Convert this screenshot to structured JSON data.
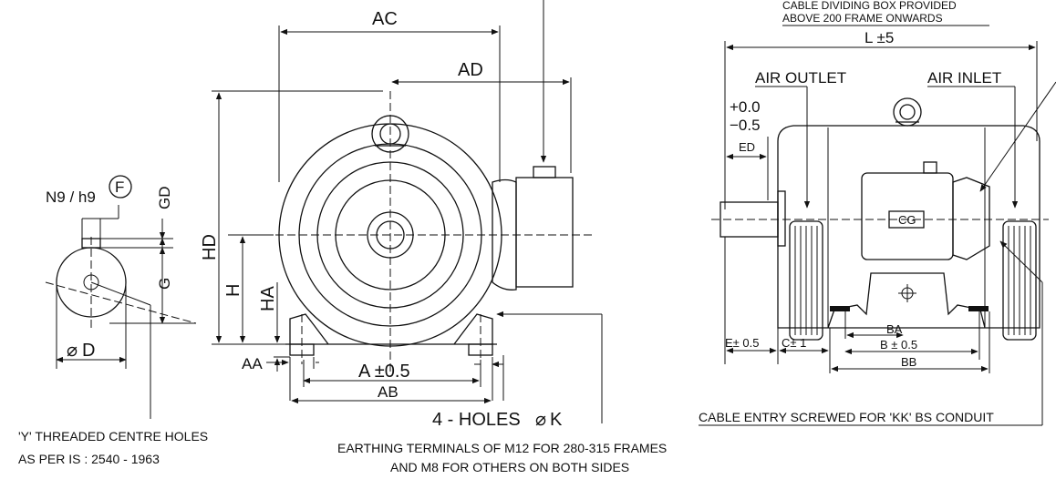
{
  "front_view": {
    "ac": "AC",
    "ad": "AD",
    "hd": "HD",
    "h": "H",
    "ha": "HA",
    "aa": "AA",
    "a_tol": "A ±0.5",
    "ab": "AB",
    "holes": "4 - HOLES",
    "holes_k": "K"
  },
  "shaft_view": {
    "keyway": "N9 / h9",
    "keyway_circle": "F",
    "gd": "GD",
    "g": "G",
    "diameter": "D"
  },
  "side_view": {
    "cable_box_note_1": "CABLE DIVIDING BOX PROVIDED",
    "cable_box_note_2": "ABOVE 200 FRAME ONWARDS",
    "length": "L ±5",
    "air_outlet": "AIR OUTLET",
    "air_inlet": "AIR INLET",
    "tol_plus": "+0.0",
    "tol_minus": "−0.5",
    "ed": "ED",
    "logo": "CG",
    "ba": "BA",
    "b_tol": "B ± 0.5",
    "bb": "BB",
    "e_tol": "E± 0.5",
    "c_tol": "C± 1"
  },
  "notes": {
    "centre_holes_1": "'Y' THREADED CENTRE HOLES",
    "centre_holes_2": "AS PER IS : 2540 - 1963",
    "earthing_1": "EARTHING TERMINALS OF M12 FOR 280-315 FRAMES",
    "earthing_2": "AND M8 FOR OTHERS ON BOTH SIDES",
    "cable_entry": "CABLE ENTRY SCREWED FOR 'KK' BS CONDUIT"
  }
}
